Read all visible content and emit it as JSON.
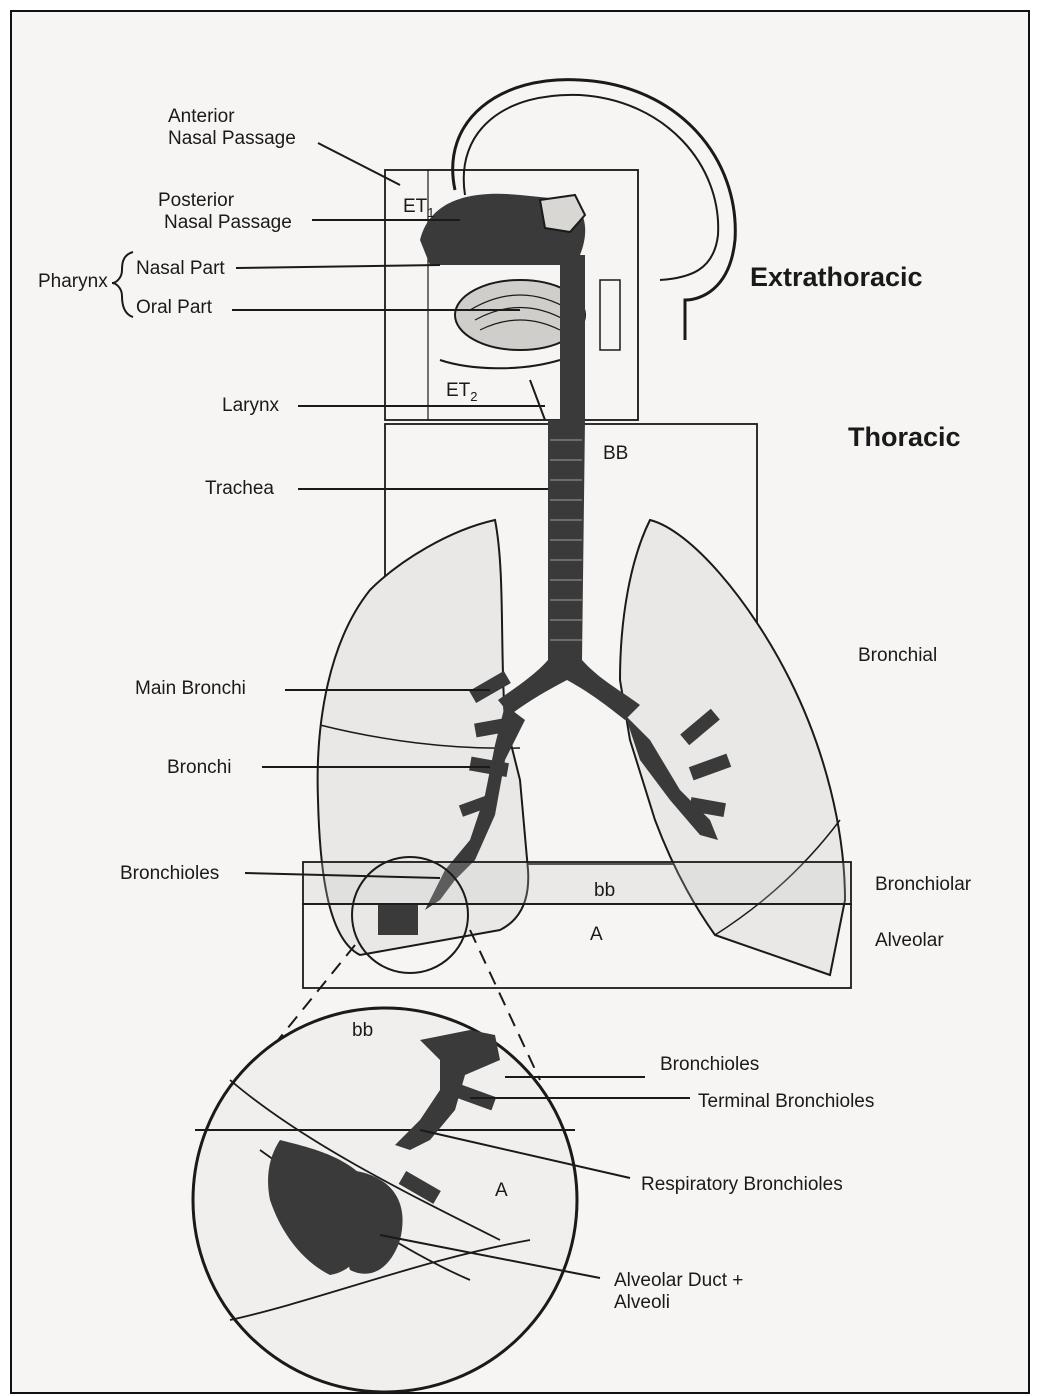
{
  "labels": {
    "anterior_nasal": [
      "Anterior",
      "Nasal Passage"
    ],
    "posterior_nasal": [
      "Posterior",
      "Nasal Passage"
    ],
    "pharynx": "Pharynx",
    "nasal_part": "Nasal Part",
    "oral_part": "Oral Part",
    "larynx": "Larynx",
    "trachea": "Trachea",
    "main_bronchi": "Main Bronchi",
    "bronchi": "Bronchi",
    "bronchioles": "Bronchioles",
    "et1": "ET",
    "et1_sub": "1",
    "et2": "ET",
    "et2_sub": "2",
    "bb_upper": "BB",
    "bb_lower": "bb",
    "a_region": "A",
    "extrathoracic": "Extrathoracic",
    "thoracic": "Thoracic",
    "bronchial": "Bronchial",
    "bronchiolar": "Bronchiolar",
    "alveolar": "Alveolar",
    "inset": {
      "bb": "bb",
      "a": "A",
      "bronchioles": "Bronchioles",
      "terminal_bronchioles": "Terminal Bronchioles",
      "respiratory_bronchioles": "Respiratory Bronchioles",
      "alveolar_duct": [
        "Alveolar Duct +",
        "Alveoli"
      ]
    }
  },
  "colors": {
    "ink": "#1a1a1a",
    "airway_fill": "#3a3a3a",
    "lung_fill": "#e9e8e6",
    "background": "#f6f5f3"
  }
}
